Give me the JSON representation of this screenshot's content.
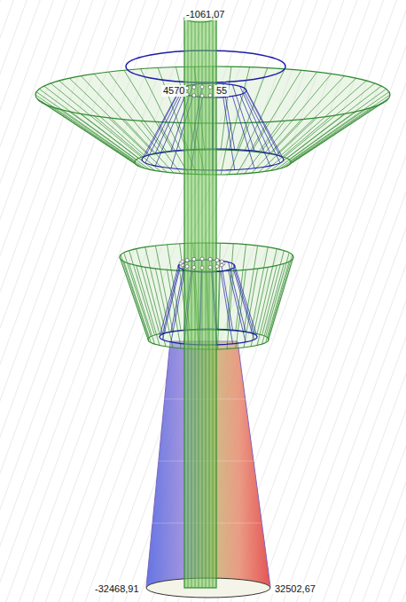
{
  "diagram": {
    "labels": [
      "-1061,07",
      "4570",
      "55",
      "-32468,91",
      "32502,67"
    ]
  }
}
